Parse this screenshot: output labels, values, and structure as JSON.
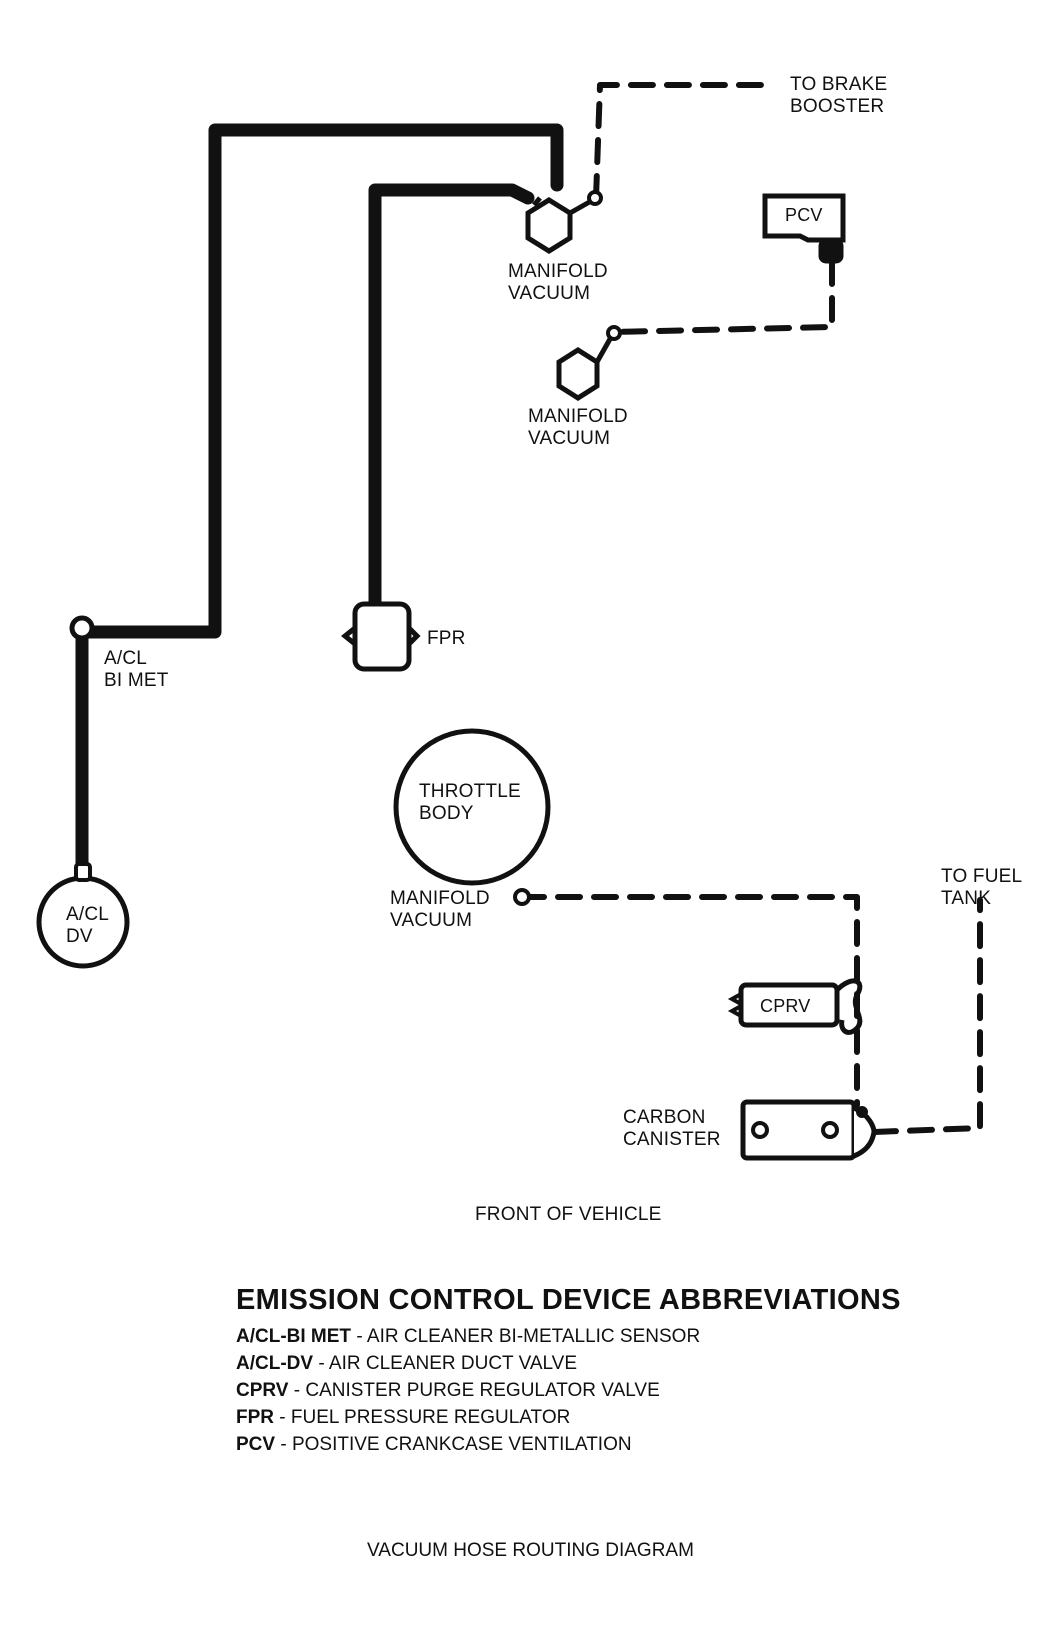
{
  "labels": {
    "brake_booster": "TO BRAKE\nBOOSTER",
    "manifold_vacuum_top": "MANIFOLD\nVACUUM",
    "pcv": "PCV",
    "manifold_vacuum_mid": "MANIFOLD\nVACUUM",
    "acl_bimet": "A/CL\nBI MET",
    "fpr": "FPR",
    "throttle_body": "THROTTLE\nBODY",
    "manifold_vacuum_throttle": "MANIFOLD\nVACUUM",
    "to_fuel_tank": "TO FUEL\nTANK",
    "acl_dv": "A/CL\nDV",
    "cprv": "CPRV",
    "carbon_canister": "CARBON\nCANISTER",
    "front_of_vehicle": "FRONT OF VEHICLE"
  },
  "legend": {
    "title": "EMISSION CONTROL DEVICE ABBREVIATIONS",
    "items": [
      {
        "abbr": "A/CL-BI MET",
        "sep": " - ",
        "desc": "AIR CLEANER BI-METALLIC SENSOR"
      },
      {
        "abbr": "A/CL-DV",
        "sep": " - ",
        "desc": "AIR CLEANER DUCT VALVE"
      },
      {
        "abbr": "CPRV",
        "sep": " - ",
        "desc": "CANISTER PURGE REGULATOR VALVE"
      },
      {
        "abbr": "FPR",
        "sep": " - ",
        "desc": "FUEL PRESSURE REGULATOR"
      },
      {
        "abbr": "PCV",
        "sep": " - ",
        "desc": "POSITIVE CRANKCASE VENTILATION"
      }
    ]
  },
  "caption": "VACUUM HOSE ROUTING DIAGRAM"
}
